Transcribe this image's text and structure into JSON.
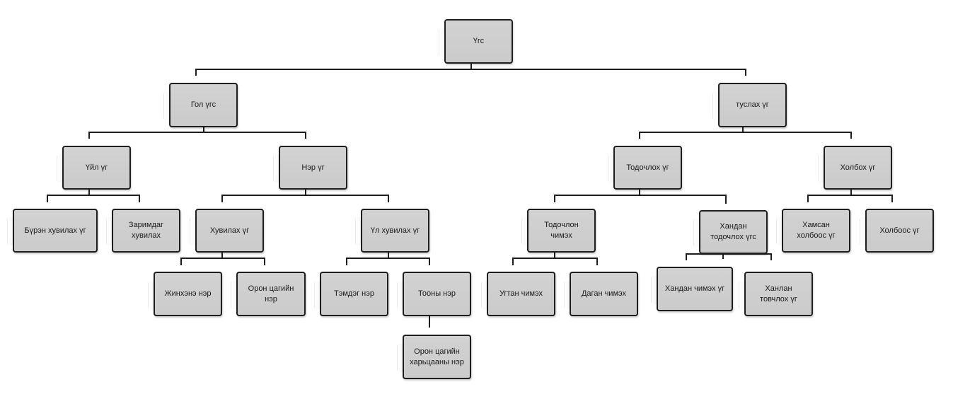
{
  "tree": {
    "root": "Үгс",
    "main_words": "Гол үгс",
    "auxiliary_words": "туслах үг",
    "verb": "Үйл үг",
    "noun": "Нэр үг",
    "full_inflection": "Бүрэн хувилах үг",
    "partial_inflection": "Зарим­даг хувилах",
    "inflecting": "Хувилах үг",
    "non_inflecting": "Үл хувилах үг",
    "proper_noun": "Жинхэнэ нэр",
    "pronoun": "Орон цагийн нэр",
    "adjective_noun": "Тэмдэг нэр",
    "numeral": "Тооны нэр",
    "relative_pronoun": "Орон цагийн харьцааны нэр",
    "modifier_word": "Тодочлох үг",
    "conjunction_word": "Холбох үг",
    "modifier_suffix": "Тодочлон чимэх",
    "adjunct_modifier": "Хандан тодочлох үгс",
    "root_suffix": "Угтан чимэх",
    "following_suffix": "Даган чимэх",
    "adjunct_particle": "Хандан чимэх үг",
    "adjunct_clarifier": "Ханлан товчлох үг",
    "compound_conjunction": "Хамсан холбоос үг",
    "conjunction": "Холбоос үг"
  }
}
